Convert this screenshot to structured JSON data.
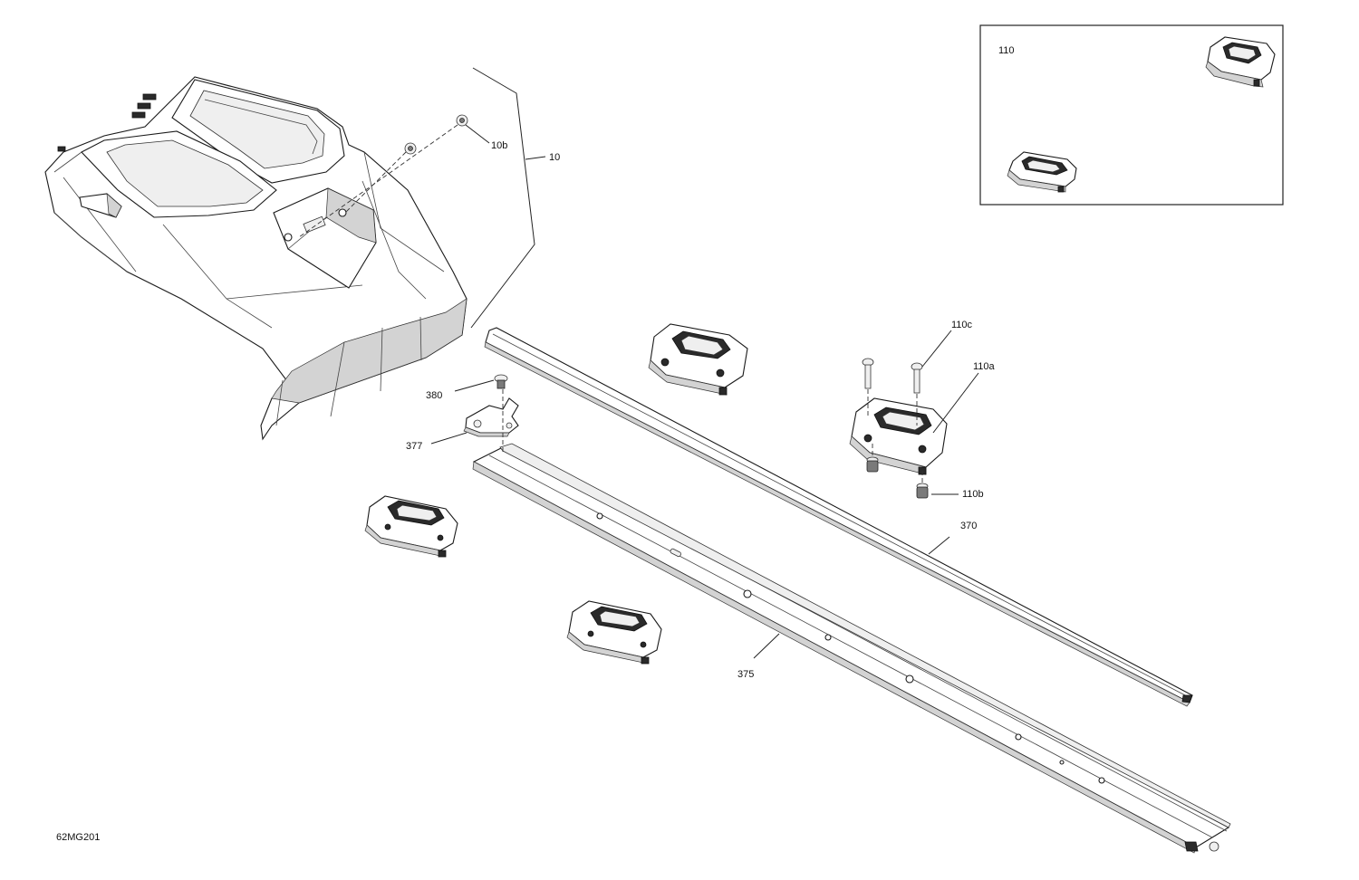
{
  "diagram_code": "62MG201",
  "callouts": {
    "c110": "110",
    "c10b": "10b",
    "c10": "10",
    "c110c": "110c",
    "c110a": "110a",
    "c380": "380",
    "c377": "377",
    "c110b": "110b",
    "c370": "370",
    "c375": "375"
  },
  "colors": {
    "line": "#222222",
    "shade": "#d3d3d3",
    "dark": "#2a2a2a"
  }
}
